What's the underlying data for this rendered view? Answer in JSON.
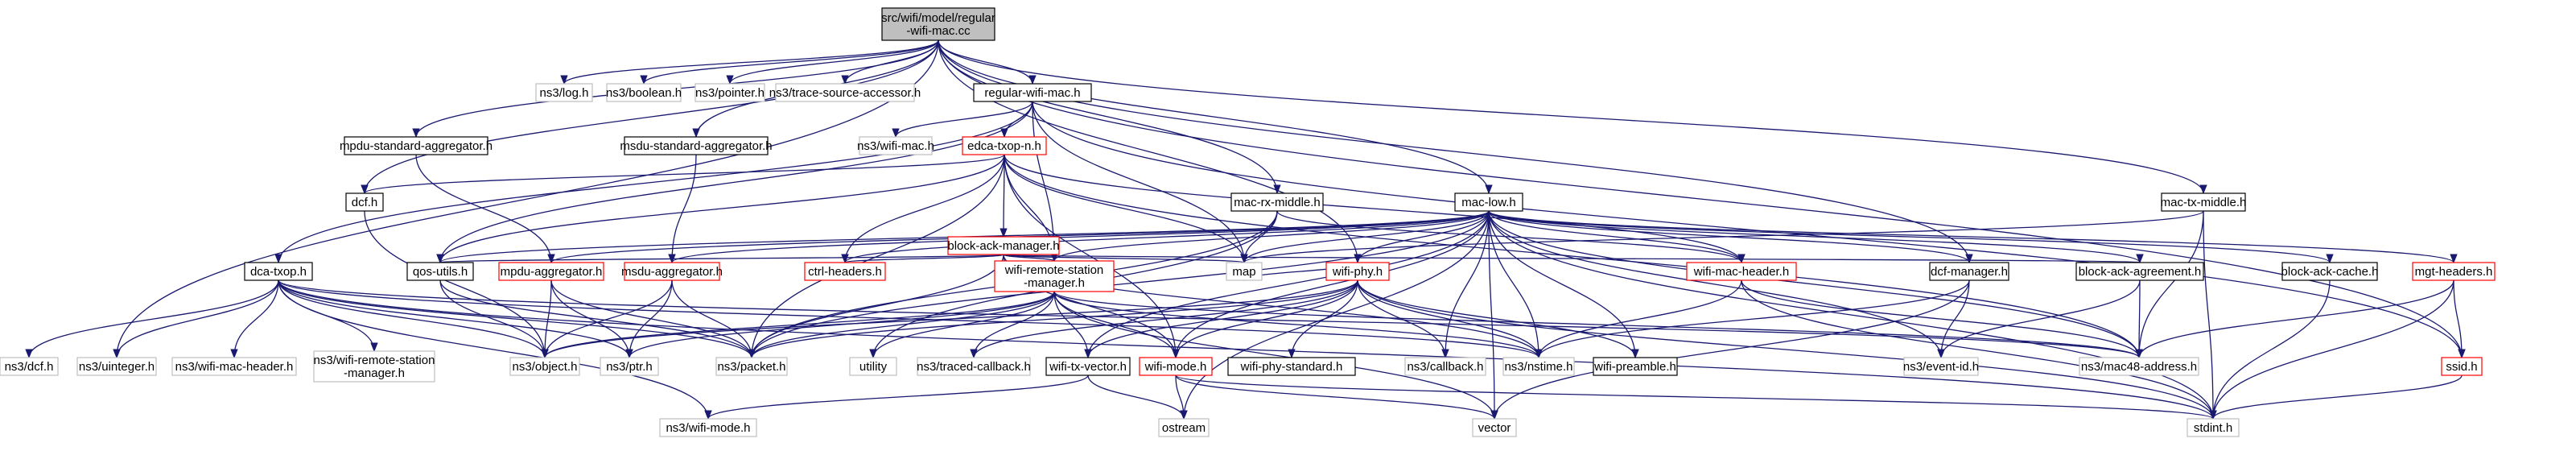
{
  "colors": {
    "edge": "#191970",
    "root_fill": "#bfbfbf",
    "root_border": "#000000",
    "documented_border": "#000000",
    "undocumented_border": "#bfbfbf",
    "truncated_border": "#ff0000",
    "box_fill": "#ffffff"
  },
  "nodes": [
    {
      "id": "root",
      "lines": [
        "src/wifi/model/regular",
        "-wifi-mac.cc"
      ],
      "style": "root"
    },
    {
      "id": "log",
      "lines": [
        "ns3/log.h"
      ],
      "style": "undocumented"
    },
    {
      "id": "boolean",
      "lines": [
        "ns3/boolean.h"
      ],
      "style": "undocumented"
    },
    {
      "id": "pointer",
      "lines": [
        "ns3/pointer.h"
      ],
      "style": "undocumented"
    },
    {
      "id": "trace",
      "lines": [
        "ns3/trace-source-accessor.h"
      ],
      "style": "undocumented"
    },
    {
      "id": "rwm",
      "lines": [
        "regular-wifi-mac.h"
      ],
      "style": "documented"
    },
    {
      "id": "mpdu_std",
      "lines": [
        "mpdu-standard-aggregator.h"
      ],
      "style": "documented"
    },
    {
      "id": "wifimac",
      "lines": [
        "ns3/wifi-mac.h"
      ],
      "style": "undocumented"
    },
    {
      "id": "msdu_std",
      "lines": [
        "msdu-standard-aggregator.h"
      ],
      "style": "documented"
    },
    {
      "id": "edca",
      "lines": [
        "edca-txop-n.h"
      ],
      "style": "truncated"
    },
    {
      "id": "dcf",
      "lines": [
        "dcf.h"
      ],
      "style": "documented"
    },
    {
      "id": "macrx",
      "lines": [
        "mac-rx-middle.h"
      ],
      "style": "documented"
    },
    {
      "id": "maclow",
      "lines": [
        "mac-low.h"
      ],
      "style": "documented"
    },
    {
      "id": "mactx",
      "lines": [
        "mac-tx-middle.h"
      ],
      "style": "documented"
    },
    {
      "id": "bam",
      "lines": [
        "block-ack-manager.h"
      ],
      "style": "truncated"
    },
    {
      "id": "dcatx",
      "lines": [
        "dca-txop.h"
      ],
      "style": "documented"
    },
    {
      "id": "qos",
      "lines": [
        "qos-utils.h"
      ],
      "style": "documented"
    },
    {
      "id": "mpdu_agg",
      "lines": [
        "mpdu-aggregator.h"
      ],
      "style": "truncated"
    },
    {
      "id": "msdu_agg",
      "lines": [
        "msdu-aggregator.h"
      ],
      "style": "truncated"
    },
    {
      "id": "ctrl",
      "lines": [
        "ctrl-headers.h"
      ],
      "style": "truncated"
    },
    {
      "id": "wrsm",
      "lines": [
        "wifi-remote-station",
        "-manager.h"
      ],
      "style": "truncated"
    },
    {
      "id": "map",
      "lines": [
        "map"
      ],
      "style": "undocumented"
    },
    {
      "id": "wifiphy",
      "lines": [
        "wifi-phy.h"
      ],
      "style": "truncated"
    },
    {
      "id": "wmh",
      "lines": [
        "wifi-mac-header.h"
      ],
      "style": "truncated"
    },
    {
      "id": "dcfmgr",
      "lines": [
        "dcf-manager.h"
      ],
      "style": "documented"
    },
    {
      "id": "baagr",
      "lines": [
        "block-ack-agreement.h"
      ],
      "style": "documented"
    },
    {
      "id": "bacache",
      "lines": [
        "block-ack-cache.h"
      ],
      "style": "documented"
    },
    {
      "id": "mgt",
      "lines": [
        "mgt-headers.h"
      ],
      "style": "truncated"
    },
    {
      "id": "ns3dcf",
      "lines": [
        "ns3/dcf.h"
      ],
      "style": "undocumented"
    },
    {
      "id": "uinteger",
      "lines": [
        "ns3/uinteger.h"
      ],
      "style": "undocumented"
    },
    {
      "id": "ns3wmh",
      "lines": [
        "ns3/wifi-mac-header.h"
      ],
      "style": "undocumented"
    },
    {
      "id": "ns3wrsm",
      "lines": [
        "ns3/wifi-remote-station",
        "-manager.h"
      ],
      "style": "undocumented"
    },
    {
      "id": "object",
      "lines": [
        "ns3/object.h"
      ],
      "style": "undocumented"
    },
    {
      "id": "ptr",
      "lines": [
        "ns3/ptr.h"
      ],
      "style": "undocumented"
    },
    {
      "id": "packet",
      "lines": [
        "ns3/packet.h"
      ],
      "style": "undocumented"
    },
    {
      "id": "utility",
      "lines": [
        "utility"
      ],
      "style": "undocumented"
    },
    {
      "id": "tracedcb",
      "lines": [
        "ns3/traced-callback.h"
      ],
      "style": "undocumented"
    },
    {
      "id": "wtv",
      "lines": [
        "wifi-tx-vector.h"
      ],
      "style": "documented"
    },
    {
      "id": "wifimode",
      "lines": [
        "wifi-mode.h"
      ],
      "style": "truncated"
    },
    {
      "id": "wps",
      "lines": [
        "wifi-phy-standard.h"
      ],
      "style": "documented"
    },
    {
      "id": "callback",
      "lines": [
        "ns3/callback.h"
      ],
      "style": "undocumented"
    },
    {
      "id": "nstime",
      "lines": [
        "ns3/nstime.h"
      ],
      "style": "undocumented"
    },
    {
      "id": "wpre",
      "lines": [
        "wifi-preamble.h"
      ],
      "style": "documented"
    },
    {
      "id": "eventid",
      "lines": [
        "ns3/event-id.h"
      ],
      "style": "undocumented"
    },
    {
      "id": "mac48",
      "lines": [
        "ns3/mac48-address.h"
      ],
      "style": "undocumented"
    },
    {
      "id": "ssid",
      "lines": [
        "ssid.h"
      ],
      "style": "truncated"
    },
    {
      "id": "ns3wifimode",
      "lines": [
        "ns3/wifi-mode.h"
      ],
      "style": "undocumented"
    },
    {
      "id": "ostream",
      "lines": [
        "ostream"
      ],
      "style": "undocumented"
    },
    {
      "id": "vector",
      "lines": [
        "vector"
      ],
      "style": "undocumented"
    },
    {
      "id": "stdint",
      "lines": [
        "stdint.h"
      ],
      "style": "undocumented"
    }
  ],
  "edges": [
    [
      "root",
      "log"
    ],
    [
      "root",
      "boolean"
    ],
    [
      "root",
      "pointer"
    ],
    [
      "root",
      "trace"
    ],
    [
      "root",
      "rwm"
    ],
    [
      "root",
      "mpdu_std"
    ],
    [
      "root",
      "msdu_std"
    ],
    [
      "root",
      "dcf"
    ],
    [
      "root",
      "macrx"
    ],
    [
      "root",
      "maclow"
    ],
    [
      "root",
      "mactx"
    ],
    [
      "root",
      "uinteger"
    ],
    [
      "root",
      "wifiphy"
    ],
    [
      "root",
      "ssid"
    ],
    [
      "root",
      "dcfmgr"
    ],
    [
      "rwm",
      "wifimac"
    ],
    [
      "rwm",
      "edca"
    ],
    [
      "rwm",
      "dcatx"
    ],
    [
      "rwm",
      "qos"
    ],
    [
      "rwm",
      "map"
    ],
    [
      "rwm",
      "wrsm"
    ],
    [
      "rwm",
      "ssid"
    ],
    [
      "mpdu_std",
      "mpdu_agg"
    ],
    [
      "msdu_std",
      "msdu_agg"
    ],
    [
      "edca",
      "dcf"
    ],
    [
      "edca",
      "bam"
    ],
    [
      "edca",
      "qos"
    ],
    [
      "edca",
      "ctrl"
    ],
    [
      "edca",
      "wrsm"
    ],
    [
      "edca",
      "map"
    ],
    [
      "edca",
      "wmh"
    ],
    [
      "edca",
      "packet"
    ],
    [
      "edca",
      "mac48"
    ],
    [
      "edca",
      "wifimode"
    ],
    [
      "dcf",
      "object"
    ],
    [
      "macrx",
      "map"
    ],
    [
      "macrx",
      "packet"
    ],
    [
      "macrx",
      "wmh"
    ],
    [
      "macrx",
      "utility"
    ],
    [
      "maclow",
      "map"
    ],
    [
      "maclow",
      "wrsm"
    ],
    [
      "maclow",
      "wifiphy"
    ],
    [
      "maclow",
      "wmh"
    ],
    [
      "maclow",
      "dcfmgr"
    ],
    [
      "maclow",
      "baagr"
    ],
    [
      "maclow",
      "bacache"
    ],
    [
      "maclow",
      "mgt"
    ],
    [
      "maclow",
      "qos"
    ],
    [
      "maclow",
      "ctrl"
    ],
    [
      "maclow",
      "msdu_agg"
    ],
    [
      "maclow",
      "mpdu_agg"
    ],
    [
      "maclow",
      "packet"
    ],
    [
      "maclow",
      "nstime"
    ],
    [
      "maclow",
      "callback"
    ],
    [
      "maclow",
      "wpre"
    ],
    [
      "maclow",
      "eventid"
    ],
    [
      "maclow",
      "mac48"
    ],
    [
      "maclow",
      "vector"
    ],
    [
      "maclow",
      "ostream"
    ],
    [
      "maclow",
      "stdint"
    ],
    [
      "maclow",
      "wifimode"
    ],
    [
      "maclow",
      "wtv"
    ],
    [
      "mactx",
      "map"
    ],
    [
      "mactx",
      "mac48"
    ],
    [
      "mactx",
      "stdint"
    ],
    [
      "bam",
      "map"
    ],
    [
      "bam",
      "qos"
    ],
    [
      "bam",
      "ctrl"
    ],
    [
      "bam",
      "wrsm"
    ],
    [
      "bam",
      "packet"
    ],
    [
      "bam",
      "baagr"
    ],
    [
      "bam",
      "wifimode"
    ],
    [
      "bam",
      "nstime"
    ],
    [
      "dcatx",
      "ns3dcf"
    ],
    [
      "dcatx",
      "uinteger"
    ],
    [
      "dcatx",
      "ns3wmh"
    ],
    [
      "dcatx",
      "ns3wrsm"
    ],
    [
      "dcatx",
      "object"
    ],
    [
      "dcatx",
      "ptr"
    ],
    [
      "dcatx",
      "packet"
    ],
    [
      "dcatx",
      "ns3wifimode"
    ],
    [
      "dcatx",
      "nstime"
    ],
    [
      "dcatx",
      "mac48"
    ],
    [
      "dcatx",
      "stdint"
    ],
    [
      "qos",
      "object"
    ],
    [
      "qos",
      "packet"
    ],
    [
      "mpdu_agg",
      "object"
    ],
    [
      "mpdu_agg",
      "ptr"
    ],
    [
      "mpdu_agg",
      "packet"
    ],
    [
      "msdu_agg",
      "object"
    ],
    [
      "msdu_agg",
      "ptr"
    ],
    [
      "msdu_agg",
      "packet"
    ],
    [
      "wrsm",
      "packet"
    ],
    [
      "wrsm",
      "ptr"
    ],
    [
      "wrsm",
      "object"
    ],
    [
      "wrsm",
      "utility"
    ],
    [
      "wrsm",
      "tracedcb"
    ],
    [
      "wrsm",
      "wtv"
    ],
    [
      "wrsm",
      "wifimode"
    ],
    [
      "wrsm",
      "vector"
    ],
    [
      "wrsm",
      "nstime"
    ],
    [
      "wrsm",
      "mac48"
    ],
    [
      "wifiphy",
      "packet"
    ],
    [
      "wifiphy",
      "object"
    ],
    [
      "wifiphy",
      "tracedcb"
    ],
    [
      "wifiphy",
      "wtv"
    ],
    [
      "wifiphy",
      "wifimode"
    ],
    [
      "wifiphy",
      "wps"
    ],
    [
      "wifiphy",
      "callback"
    ],
    [
      "wifiphy",
      "nstime"
    ],
    [
      "wifiphy",
      "wpre"
    ],
    [
      "wifiphy",
      "stdint"
    ],
    [
      "wifiphy",
      "map"
    ],
    [
      "wmh",
      "nstime"
    ],
    [
      "wmh",
      "mac48"
    ],
    [
      "wmh",
      "stdint"
    ],
    [
      "dcfmgr",
      "nstime"
    ],
    [
      "dcfmgr",
      "eventid"
    ],
    [
      "dcfmgr",
      "vector"
    ],
    [
      "baagr",
      "eventid"
    ],
    [
      "baagr",
      "mac48"
    ],
    [
      "bacache",
      "stdint"
    ],
    [
      "mgt",
      "ssid"
    ],
    [
      "mgt",
      "stdint"
    ],
    [
      "mgt",
      "mac48"
    ],
    [
      "ssid",
      "stdint"
    ],
    [
      "wtv",
      "ostream"
    ],
    [
      "wtv",
      "ns3wifimode"
    ],
    [
      "wifimode",
      "ostream"
    ],
    [
      "wifimode",
      "vector"
    ],
    [
      "wifimode",
      "stdint"
    ]
  ]
}
